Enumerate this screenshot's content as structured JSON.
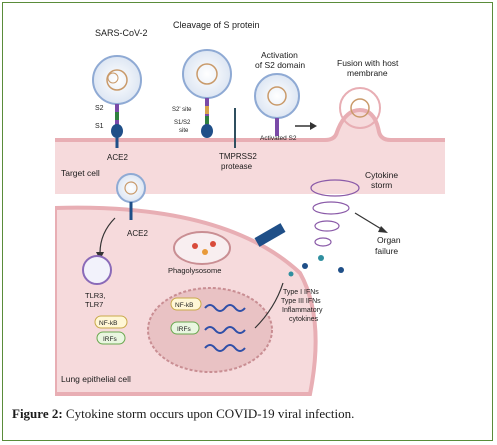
{
  "figure": {
    "labels": {
      "sars": "SARS-CoV-2",
      "cleavage": "Cleavage of S protein",
      "activation1": "Activation",
      "activation2": "of S2 domain",
      "fusion1": "Fusion with host",
      "fusion2": "membrane",
      "s2": "S2",
      "s1": "S1",
      "s2site": "S2' site",
      "s1s2": "S1/S2",
      "site": "site",
      "ace2_top": "ACE2",
      "tmprss": "TMPRSS2",
      "protease": "protease",
      "activated_s2": "Activated S2",
      "target_cell": "Target cell",
      "ace2_bottom": "ACE2",
      "tlr1": "TLR3,",
      "tlr2": "TLR7",
      "nfkb_left": "NF-kB",
      "irfs_left": "IRFs",
      "nfkb_nuc": "NF-kB",
      "irfs_nuc": "IRFs",
      "phago": "Phagolysosome",
      "cyto1": "Cytokine",
      "cyto2": "storm",
      "organ1": "Organ",
      "organ2": "failure",
      "ifn1": "Type I IFNs",
      "ifn2": "Type III IFNs",
      "ifn3": "Inflammatory",
      "ifn4": "cytokines",
      "lung": "Lung epithelial cell"
    }
  },
  "caption": {
    "label": "Figure 2:",
    "text": "Cytokine storm occurs upon COVID-19 viral infection."
  }
}
